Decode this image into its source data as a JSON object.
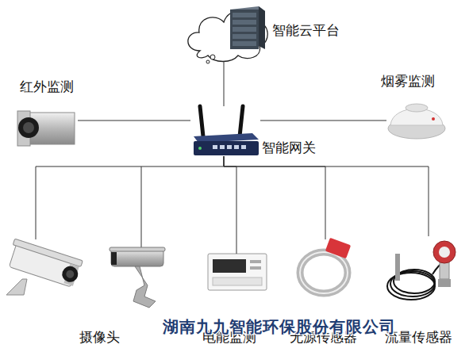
{
  "diagram": {
    "nodes": [
      {
        "text": [
          "智能云平台"
        ]
      },
      {
        "text": [
          "红外监测"
        ]
      },
      {
        "text": [
          "烟雾监测"
        ]
      },
      {
        "text": [
          "智能网关"
        ]
      },
      {
        "text": [
          "摄像头"
        ]
      },
      {
        "text": [
          "电能监测"
        ]
      },
      {
        "text": [
          "无源传感器"
        ]
      },
      {
        "text": [
          "流量传感器"
        ]
      }
    ],
    "edges": [
      {
        "from": 1,
        "to": 3,
        "arrow": "none"
      },
      {
        "from": 3,
        "to": 2,
        "arrow": "none"
      },
      {
        "from": 3,
        "to": 0,
        "arrow": "none"
      },
      {
        "from": 3,
        "to": 4,
        "arrow": "none"
      },
      {
        "from": 3,
        "to": 5,
        "arrow": "none"
      },
      {
        "from": 3,
        "to": 6,
        "arrow": "none"
      },
      {
        "from": 3,
        "to": 7,
        "arrow": "none"
      }
    ],
    "labels": [
      "湖南九九智能环保股份有限公司"
    ]
  }
}
